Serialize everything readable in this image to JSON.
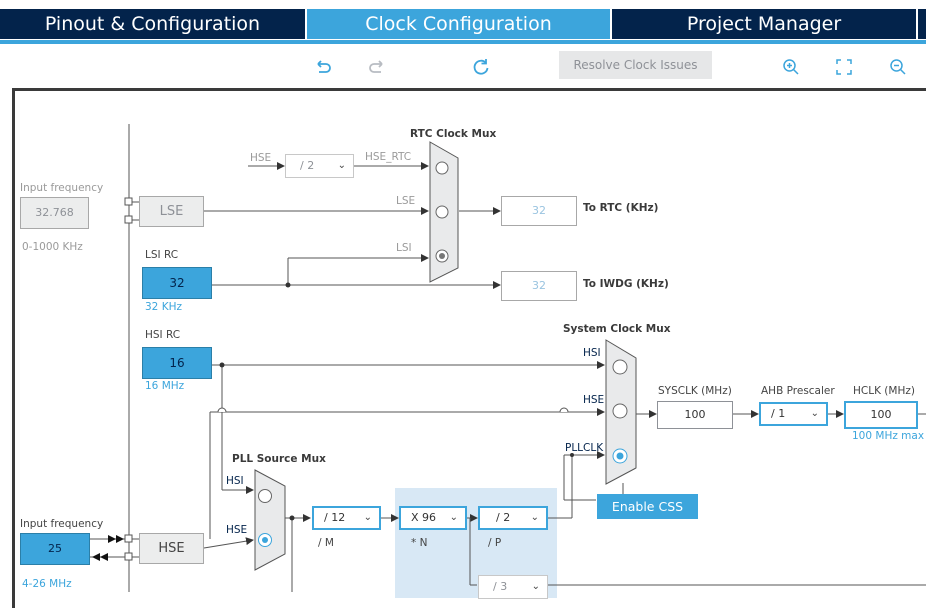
{
  "tabs": {
    "pinout": "Pinout & Configuration",
    "clock": "Clock Configuration",
    "project": "Project Manager"
  },
  "toolbar": {
    "undo_icon": "undo-icon",
    "redo_icon": "redo-icon",
    "refresh_icon": "refresh-icon",
    "resolve_label": "Resolve Clock Issues",
    "zoom_in_icon": "zoom-in-icon",
    "fit_icon": "fit-screen-icon",
    "zoom_out_icon": "zoom-out-icon"
  },
  "lse_input": {
    "label": "Input frequency",
    "value": "32.768",
    "range": "0-1000 KHz"
  },
  "lse": {
    "label": "LSE"
  },
  "lsi_rc": {
    "label": "LSI RC",
    "value": "32",
    "unit": "32 KHz"
  },
  "hsi_rc": {
    "label": "HSI RC",
    "value": "16",
    "unit": "16 MHz"
  },
  "hse_input": {
    "label": "Input frequency",
    "value": "25",
    "range": "4-26 MHz"
  },
  "hse": {
    "label": "HSE"
  },
  "rtc_mux": {
    "title": "RTC Clock Mux",
    "hse_label": "HSE",
    "div_value": "/ 2",
    "hse_rtc": "HSE_RTC",
    "lse": "LSE",
    "lsi": "LSI"
  },
  "to_rtc": {
    "value": "32",
    "label": "To RTC (KHz)"
  },
  "to_iwdg": {
    "value": "32",
    "label": "To IWDG (KHz)"
  },
  "sys_mux": {
    "title": "System Clock Mux",
    "hsi": "HSI",
    "hse": "HSE",
    "pllclk": "PLLCLK"
  },
  "sysclk": {
    "label": "SYSCLK (MHz)",
    "value": "100"
  },
  "ahb": {
    "label": "AHB Prescaler",
    "value": "/ 1"
  },
  "hclk": {
    "label": "HCLK (MHz)",
    "value": "100",
    "max": "100 MHz max"
  },
  "enable_css": "Enable CSS",
  "pll_mux": {
    "title": "PLL Source Mux",
    "hsi": "HSI",
    "hse": "HSE"
  },
  "pll_m": {
    "value": "/ 12",
    "label": "/ M"
  },
  "pll_n": {
    "value": "X 96",
    "label": "* N"
  },
  "pll_p": {
    "value": "/ 2",
    "label": "/ P"
  },
  "pll_q": {
    "value": "/ 3"
  },
  "colors": {
    "accent": "#3ca5dc",
    "navy": "#03234b",
    "grey_box": "#eceded",
    "shade": "#d8e8f5"
  }
}
